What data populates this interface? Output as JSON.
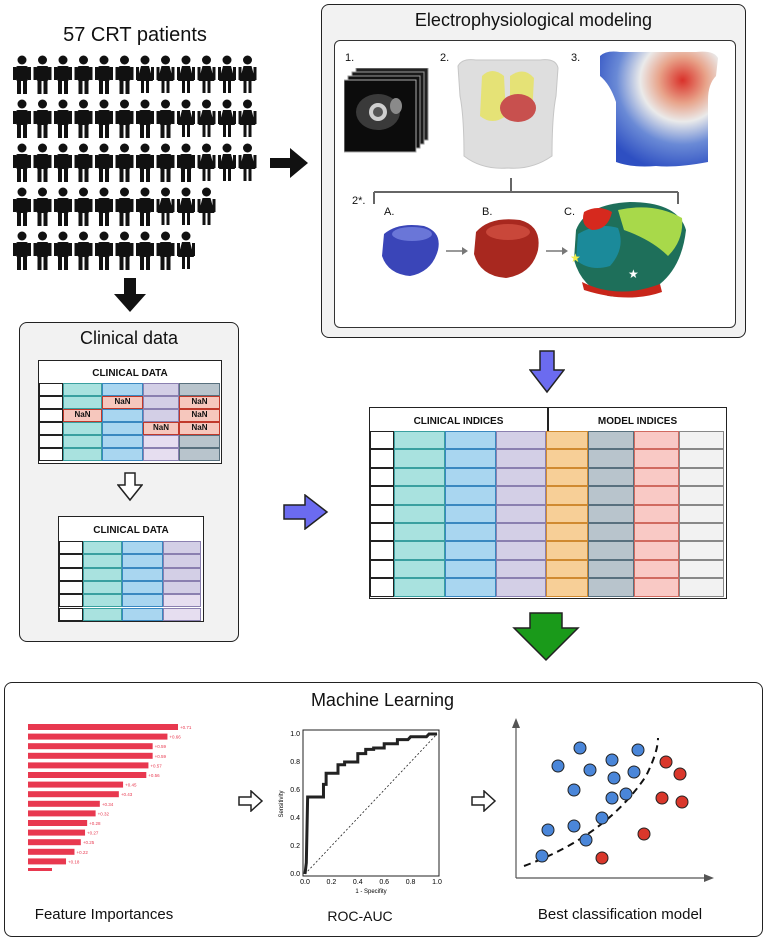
{
  "patients": {
    "title": "57 CRT patients"
  },
  "ep_modeling": {
    "title": "Electrophysiological modeling",
    "steps": [
      "1.",
      "2.",
      "3."
    ],
    "substep": "2*.",
    "subpanels": [
      "A.",
      "B.",
      "C."
    ]
  },
  "clinical": {
    "title": "Clinical data",
    "table_header": "CLINICAL DATA",
    "nan_label": "NaN",
    "table2_header": "CLINICAL DATA"
  },
  "combined": {
    "clinical_header": "CLINICAL INDICES",
    "model_header": "MODEL INDICES"
  },
  "ml": {
    "title": "Machine Learning",
    "captions": [
      "Feature Importances",
      "ROC-AUC",
      "Best classification model"
    ],
    "feature_values": [
      "+0.71",
      "+0.66",
      "+0.59",
      "+0.59",
      "+0.57",
      "+0.56",
      "+0.45",
      "+0.43",
      "+0.34",
      "+0.32",
      "+0.28",
      "+0.27",
      "+0.25",
      "+0.22",
      "+0.18"
    ],
    "roc": {
      "ylabel": "Sensitivity",
      "xlabel": "1 - Specifity",
      "ticks": [
        "0.0",
        "0.2",
        "0.4",
        "0.6",
        "0.8",
        "1.0"
      ]
    }
  },
  "colors": {
    "black_arrow": "#111111",
    "blue_arrow": "#6b6bf0",
    "green_arrow": "#1a9a1a",
    "teal": "#a9e2df",
    "light_blue": "#a9d6f0",
    "lavender": "#d3cfe6",
    "slate": "#b8c4cc",
    "orange": "#f7cf97",
    "pink": "#f9c9c5",
    "bar_red": "#e8384f",
    "dot_blue": "#4a86d9",
    "dot_red": "#d9372b"
  }
}
